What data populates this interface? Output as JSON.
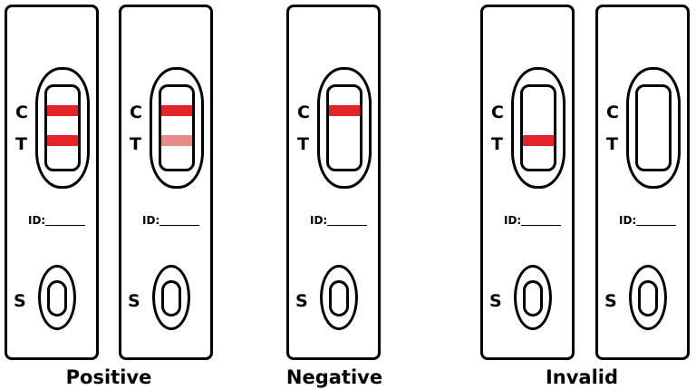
{
  "labels": {
    "control": "C",
    "test": "T",
    "sample": "S",
    "id": "ID:"
  },
  "captions": [
    "Positive",
    "Negative",
    "Invalid"
  ],
  "colors": {
    "strong_band": "#e3242b",
    "faint_band": "#e88a8a",
    "outline": "#000000"
  },
  "cassettes": [
    {
      "group": "Positive",
      "control_band": "strong",
      "test_band": "strong"
    },
    {
      "group": "Positive",
      "control_band": "strong",
      "test_band": "faint"
    },
    {
      "group": "Negative",
      "control_band": "strong",
      "test_band": "none"
    },
    {
      "group": "Invalid",
      "control_band": "none",
      "test_band": "strong"
    },
    {
      "group": "Invalid",
      "control_band": "none",
      "test_band": "none"
    }
  ]
}
